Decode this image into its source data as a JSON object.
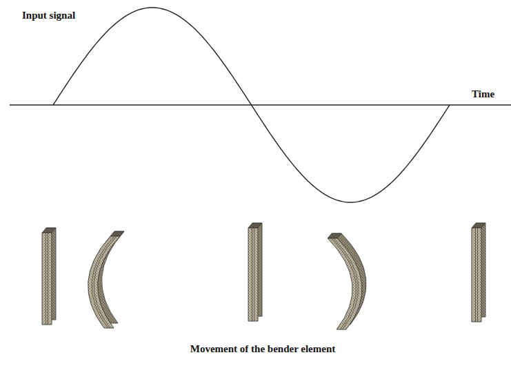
{
  "diagram": {
    "caption": "Movement of the bender element",
    "labels": [
      "Input signal",
      "Time"
    ]
  }
}
